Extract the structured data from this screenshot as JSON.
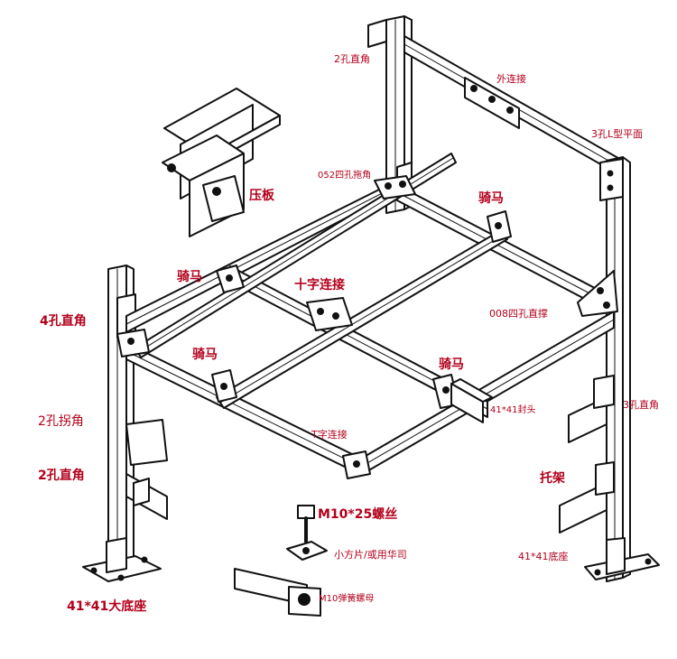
{
  "labels": {
    "two_hole_right_angle_top": "2孔直角",
    "outer_connector": "外连接",
    "three_hole_L_plane": "3孔L型平面",
    "four_hole_bracket_052": "052四孔拖角",
    "press_plate": "压板",
    "saddle_top_right": "骑马",
    "saddle_top_left": "骑马",
    "cross_connector": "十字连接",
    "four_hole_brace_008": "008四孔直撑",
    "four_hole_right_angle": "4孔直角",
    "saddle_mid_left": "骑马",
    "saddle_mid_right": "骑马",
    "end_cap": "41*41封头",
    "three_hole_right_angle": "3孔直角",
    "two_hole_corner": "2孔拐角",
    "t_connector": "T字连接",
    "two_hole_right_angle_bottom": "2孔直角",
    "bracket": "托架",
    "bolt_m10x25": "M10*25螺丝",
    "square_washer": "小方片/或用华司",
    "spring_nut_m10": "M10弹簧螺母",
    "base_41_right": "41*41底座",
    "big_base_41": "41*41大底座"
  },
  "colors": {
    "label": "#b3001b",
    "line": "#111111",
    "fill": "#ffffff"
  }
}
